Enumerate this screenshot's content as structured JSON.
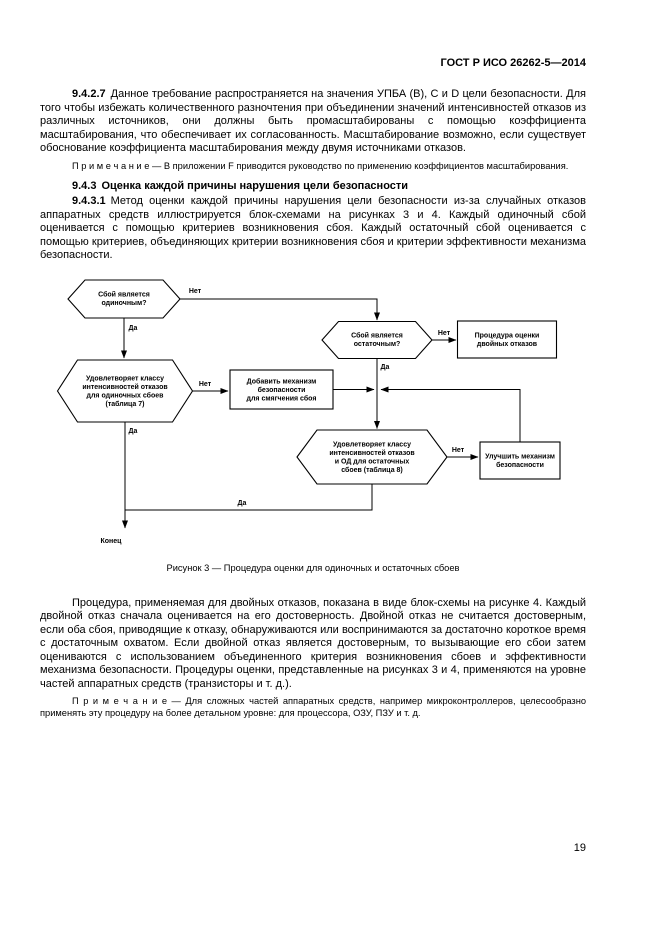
{
  "page": {
    "header": "ГОСТ Р ИСО 26262-5—2014",
    "number": "19"
  },
  "sections": {
    "p9427": {
      "num": "9.4.2.7",
      "text": "Данное требование распространяется на значения УПБА (B), C и D цели безопасности. Для того чтобы избежать количественного разночтения при объединении значений интенсивностей отказов из различных источников, они должны быть промасштабированы с помощью коэффициента масштабирования, что обеспечивает их согласованность. Масштабирование возможно, если существует обоснование коэффициента масштабирования между двумя источниками отказов."
    },
    "note1": "П р и м е ч а н и е — В приложении F приводится руководство по применению коэффициентов масштабирования.",
    "h943": {
      "num": "9.4.3",
      "title": "Оценка каждой причины нарушения цели безопасности"
    },
    "p9431": {
      "num": "9.4.3.1",
      "text": "Метод оценки каждой причины нарушения цели безопасности из-за случайных отказов аппаратных средств иллюстрируется блок-схемами на рисунках 3 и 4. Каждый одиночный сбой оценивается с помощью критериев возникновения сбоя. Каждый остаточный сбой оценивается с помощью критериев, объединяющих критерии возникновения сбоя и критерии эффективности механизма безопасности."
    },
    "figure_caption": "Рисунок 3 — Процедура оценки для одиночных и остаточных сбоев",
    "p_dual": "Процедура, применяемая для двойных отказов, показана в виде блок-схемы на рисунке 4. Каждый двойной отказ сначала оценивается на его достоверность. Двойной отказ не считается достоверным, если оба сбоя, приводящие к отказу, обнаруживаются или воспринимаются за достаточно короткое время с достаточным охватом. Если двойной отказ является достоверным, то вызывающие его сбои затем оцениваются с использованием объединенного критерия возникновения сбоев и эффективности механизма безопасности. Процедуры оценки, представленные на рисунках 3 и 4, применяются на уровне частей аппаратных средств (транзисторы и т. д.).",
    "note2": "П р и м е ч а н и е — Для сложных частей аппаратных средств, например микроконтроллеров, целесообразно применять эту процедуру на более детальном уровне: для процессора, ОЗУ, ПЗУ и т. д."
  },
  "flowchart": {
    "nodes": {
      "single": {
        "type": "decision",
        "lines": [
          "Сбой является",
          "одиночным?"
        ]
      },
      "residual": {
        "type": "decision",
        "lines": [
          "Сбой является",
          "остаточным?"
        ]
      },
      "dualproc": {
        "type": "process",
        "lines": [
          "Процедура оценки",
          "двойных отказов"
        ]
      },
      "table7": {
        "type": "decision",
        "lines": [
          "Удовлетворяет классу",
          "интенсивностей отказов",
          "для одиночных сбоев",
          "(таблица 7)"
        ]
      },
      "addmech": {
        "type": "process",
        "lines": [
          "Добавить механизм",
          "безопасности",
          "для смягчения сбоя"
        ]
      },
      "table8": {
        "type": "decision",
        "lines": [
          "Удовлетворяет классу",
          "интенсивностей отказов",
          "и ОД для остаточных",
          "сбоев (таблица 8)"
        ]
      },
      "improve": {
        "type": "process",
        "lines": [
          "Улучшить механизм",
          "безопасности"
        ]
      }
    },
    "labels": {
      "yes": "Да",
      "no": "Нет",
      "end": "Конец"
    }
  }
}
